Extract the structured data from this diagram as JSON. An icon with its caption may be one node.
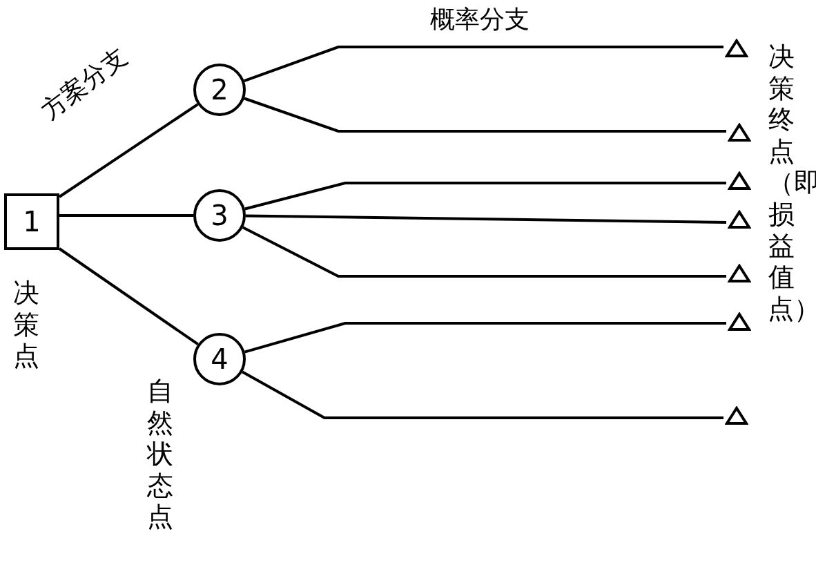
{
  "diagram": {
    "nodes": [
      {
        "text": [
          "1"
        ],
        "beside": [
          "决策点"
        ]
      },
      {
        "text": [
          "2"
        ]
      },
      {
        "text": [
          "3"
        ]
      },
      {
        "text": [
          "4"
        ],
        "beside": [
          "自然状态点"
        ]
      },
      {
        "text": [],
        "shape": "triangle"
      },
      {
        "text": [],
        "shape": "triangle"
      },
      {
        "text": [],
        "shape": "triangle"
      },
      {
        "text": [],
        "shape": "triangle"
      },
      {
        "text": [],
        "shape": "triangle"
      },
      {
        "text": [],
        "shape": "triangle"
      },
      {
        "text": [],
        "shape": "triangle"
      }
    ],
    "edges": [
      {
        "from": 0,
        "to": 1,
        "arrow": "none",
        "label": "方案分支"
      },
      {
        "from": 0,
        "to": 2,
        "arrow": "none"
      },
      {
        "from": 0,
        "to": 3,
        "arrow": "none"
      },
      {
        "from": 1,
        "to": 4,
        "arrow": "none",
        "label": "概率分支"
      },
      {
        "from": 1,
        "to": 5,
        "arrow": "none"
      },
      {
        "from": 2,
        "to": 6,
        "arrow": "none"
      },
      {
        "from": 2,
        "to": 7,
        "arrow": "none"
      },
      {
        "from": 2,
        "to": 8,
        "arrow": "none"
      },
      {
        "from": 3,
        "to": 9,
        "arrow": "none"
      },
      {
        "from": 3,
        "to": 10,
        "arrow": "none"
      }
    ],
    "labels": [
      "决策终点（即损益值点）"
    ]
  }
}
